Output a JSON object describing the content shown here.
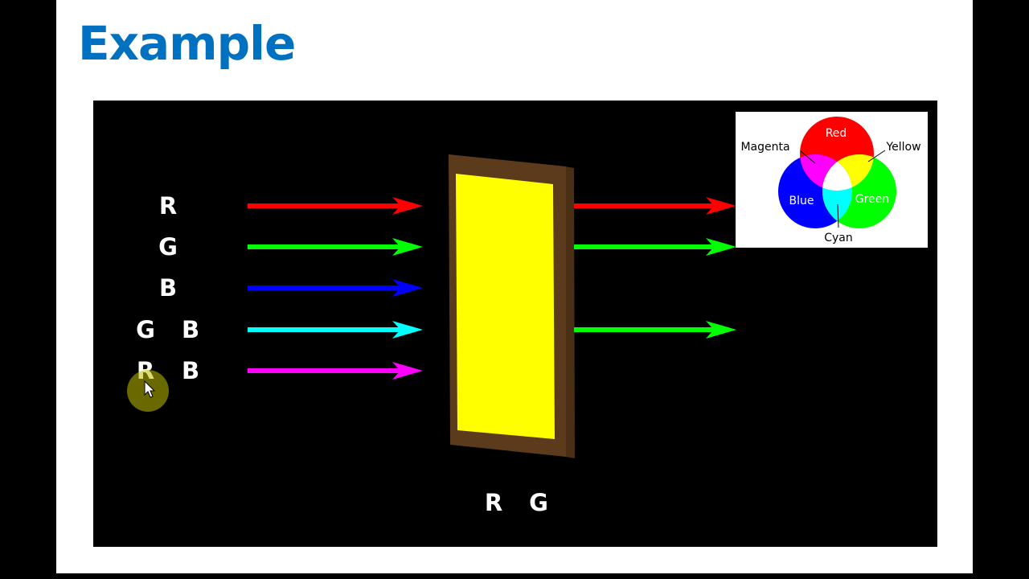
{
  "title": "Example",
  "incoming": [
    {
      "labels": [
        "R"
      ],
      "color": "#ff0000"
    },
    {
      "labels": [
        "G"
      ],
      "color": "#00ff00"
    },
    {
      "labels": [
        "B"
      ],
      "color": "#0000ff"
    },
    {
      "labels": [
        "G",
        "B"
      ],
      "color": "#00ffff"
    },
    {
      "labels": [
        "R",
        "B"
      ],
      "color": "#ff00ff"
    }
  ],
  "outgoing": [
    {
      "color": "#ff0000"
    },
    {
      "color": "#00ff00"
    },
    {
      "color": "#00ff00"
    }
  ],
  "filter": {
    "color": "#ffff00",
    "frame_color": "#5c3b1c",
    "labels": [
      "R",
      "G"
    ]
  },
  "venn": {
    "red": "Red",
    "green": "Green",
    "blue": "Blue",
    "yellow": "Yellow",
    "magenta": "Magenta",
    "cyan": "Cyan"
  }
}
